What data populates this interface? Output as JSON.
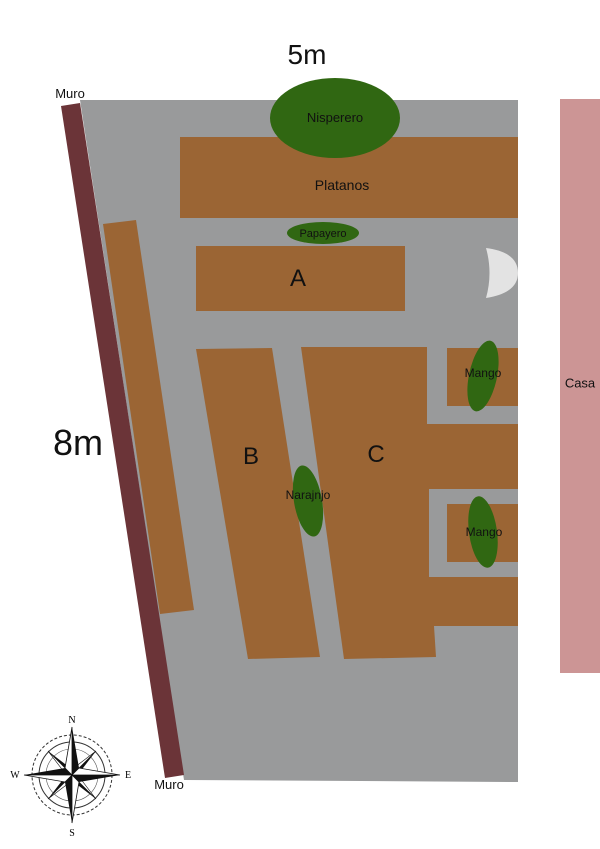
{
  "dimensions": {
    "width_label": "5m",
    "height_label": "8m"
  },
  "walls": {
    "muro_top_label": "Muro",
    "muro_bottom_label": "Muro",
    "casa_label": "Casa"
  },
  "beds": {
    "platanos": "Platanos",
    "a": "A",
    "b": "B",
    "c": "C"
  },
  "trees": {
    "nisperero": "Nisperero",
    "papayero": "Papayero",
    "mango_1": "Mango",
    "mango_2": "Mango",
    "naranjo": "Narajnjo"
  },
  "compass": {
    "n": "N",
    "s": "S",
    "e": "E",
    "w": "W"
  },
  "colors": {
    "ground": "#999a9b",
    "bed": "#9b6534",
    "tree": "#306712",
    "wall": "#6b3438",
    "house": "#cc9595",
    "fountain": "#e3e3e3"
  }
}
